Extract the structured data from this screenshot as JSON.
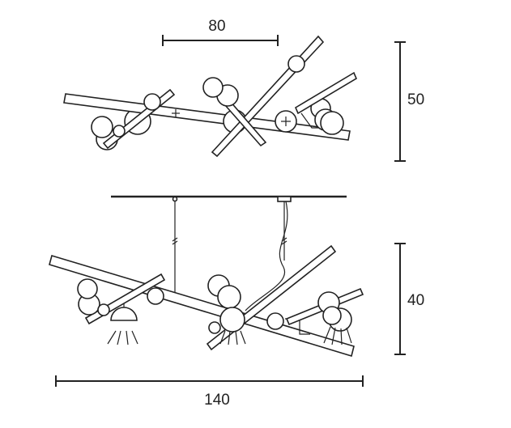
{
  "dimensions": {
    "top_width": "80",
    "top_height": "50",
    "bottom_height": "40",
    "total_width": "140"
  },
  "colors": {
    "ink": "#222222",
    "background": "#ffffff"
  }
}
